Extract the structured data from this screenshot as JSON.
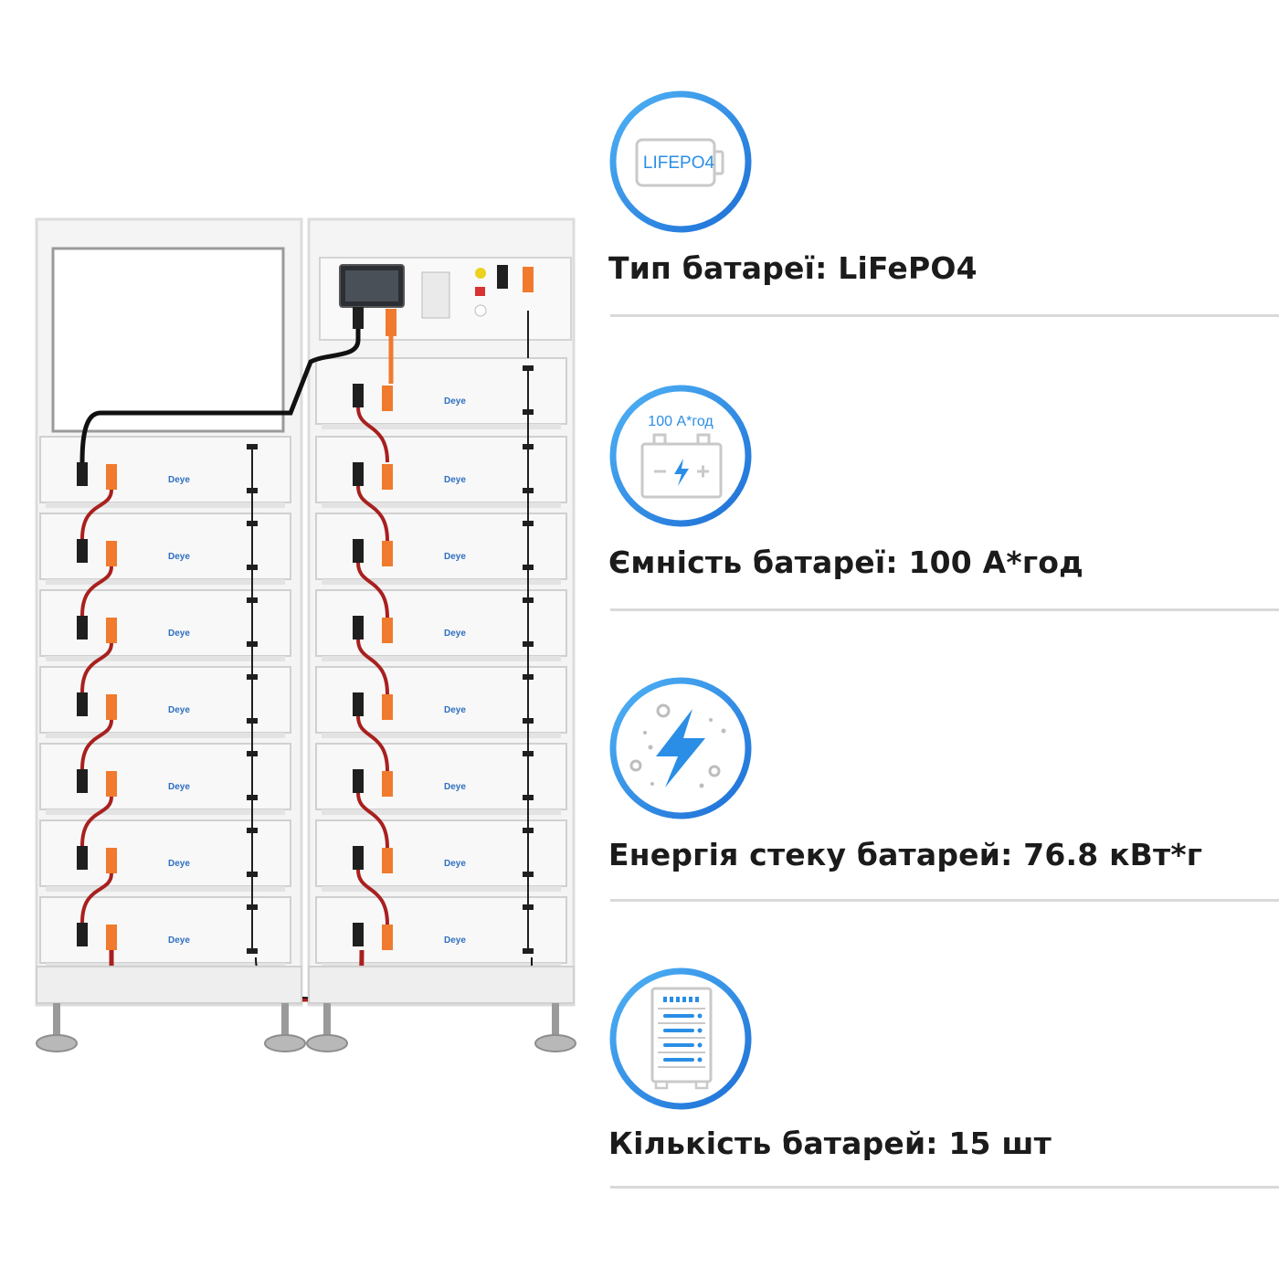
{
  "product": {
    "brand_mark": "Deye"
  },
  "specs": [
    {
      "icon": "lifepo4-battery-icon",
      "icon_text": "LIFEPO4",
      "label": "Тип батареї: LiFePO4"
    },
    {
      "icon": "car-battery-icon",
      "icon_text": "100 А*год",
      "label": "Ємність батареї: 100 А*год"
    },
    {
      "icon": "lightning-bolt-icon",
      "icon_text": "",
      "label": "Енергія стеку батарей: 76.8 кВт*г"
    },
    {
      "icon": "server-rack-icon",
      "icon_text": "",
      "label": "Кількість батарей: 15 шт"
    }
  ],
  "colors": {
    "accent_blue": "#2a8ee6",
    "text": "#1b1b1b",
    "cable_red": "#a8201f",
    "connector_orange": "#f07a2e"
  }
}
